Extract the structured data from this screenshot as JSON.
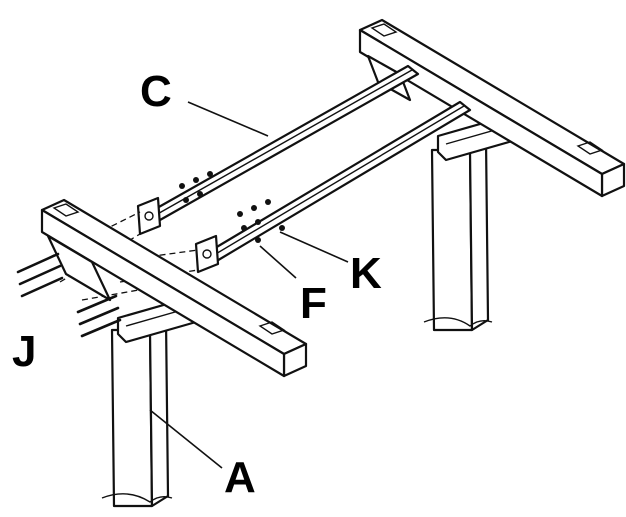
{
  "labels": {
    "c": "C",
    "k": "K",
    "f": "F",
    "j": "J",
    "a": "A"
  },
  "colors": {
    "line": "#111111",
    "fill": "#ffffff",
    "label": "#000000"
  }
}
